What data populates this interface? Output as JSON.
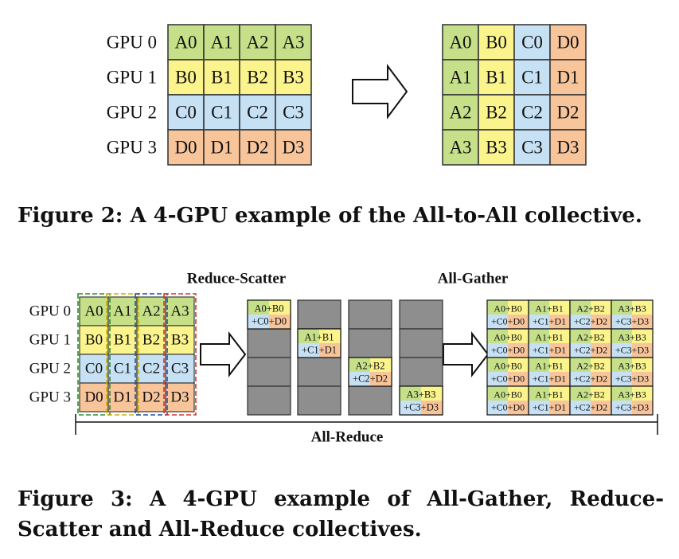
{
  "colors": {
    "A": "#c5e088",
    "B": "#fbf48c",
    "C": "#c6e0f4",
    "D": "#f8c49a",
    "empty": "#8e8e8e",
    "border": "#3a3a3a",
    "dash_A": "#2e8b2e",
    "dash_B": "#c9b000",
    "dash_C": "#1f4fa8",
    "dash_D": "#d9342b"
  },
  "gpu_labels": [
    "GPU 0",
    "GPU 1",
    "GPU 2",
    "GPU 3"
  ],
  "fig2": {
    "input": [
      [
        "A0",
        "A1",
        "A2",
        "A3"
      ],
      [
        "B0",
        "B1",
        "B2",
        "B3"
      ],
      [
        "C0",
        "C1",
        "C2",
        "C3"
      ],
      [
        "D0",
        "D1",
        "D2",
        "D3"
      ]
    ],
    "output": [
      [
        "A0",
        "B0",
        "C0",
        "D0"
      ],
      [
        "A1",
        "B1",
        "C1",
        "D1"
      ],
      [
        "A2",
        "B2",
        "C2",
        "D2"
      ],
      [
        "A3",
        "B3",
        "C3",
        "D3"
      ]
    ],
    "caption": "Figure 2: A 4-GPU example of the All-to-All collective."
  },
  "fig3": {
    "reduce_scatter_title": "Reduce-Scatter",
    "all_gather_title": "All-Gather",
    "all_reduce_label": "All-Reduce",
    "chunks": [
      {
        "line1": "A0+B0",
        "line2_parts": [
          "+C0",
          "+D0"
        ]
      },
      {
        "line1": "A1+B1",
        "line2_parts": [
          "+C1",
          "+D1"
        ]
      },
      {
        "line1": "A2+B2",
        "line2_parts": [
          "+C2",
          "+D2"
        ]
      },
      {
        "line1": "A3+B3",
        "line2_parts": [
          "+C3",
          "+D3"
        ]
      }
    ],
    "caption": "Figure 3: A 4-GPU example of All-Gather, Reduce-Scatter and All-Reduce collectives."
  }
}
